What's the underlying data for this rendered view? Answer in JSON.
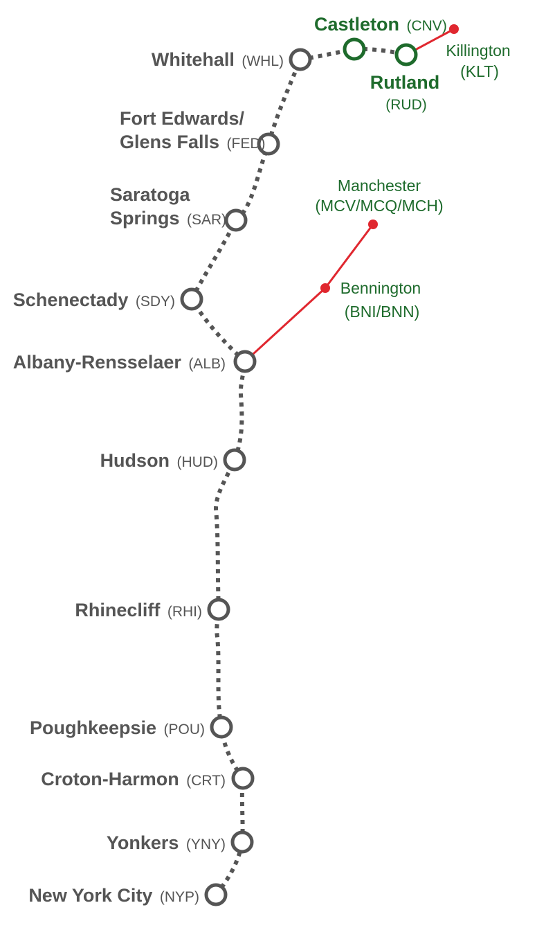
{
  "colors": {
    "track_gray": "#555555",
    "station_green": "#1e6b2c",
    "connector_red": "#e0272f"
  },
  "stations": {
    "nyp": {
      "name": "New York City",
      "code": "(NYP)"
    },
    "yny": {
      "name": "Yonkers",
      "code": "(YNY)"
    },
    "crt": {
      "name": "Croton-Harmon",
      "code": "(CRT)"
    },
    "pou": {
      "name": "Poughkeepsie",
      "code": "(POU)"
    },
    "rhi": {
      "name": "Rhinecliff",
      "code": "(RHI)"
    },
    "hud": {
      "name": "Hudson",
      "code": "(HUD)"
    },
    "alb": {
      "name": "Albany-Rensselaer",
      "code": "(ALB)"
    },
    "sdy": {
      "name": "Schenectady",
      "code": "(SDY)"
    },
    "sar": {
      "name_line1": "Saratoga",
      "name_line2": "Springs",
      "code": "(SAR)"
    },
    "fed": {
      "name_line1": "Fort Edwards/",
      "name_line2": "Glens Falls",
      "code": "(FED)"
    },
    "whl": {
      "name": "Whitehall",
      "code": "(WHL)"
    },
    "cnv": {
      "name": "Castleton",
      "code": "(CNV)"
    },
    "rud": {
      "name": "Rutland",
      "code": "(RUD)"
    }
  },
  "connections": {
    "killington": {
      "name": "Killington",
      "code": "(KLT)"
    },
    "manchester": {
      "name": "Manchester",
      "code": "(MCV/MCQ/MCH)"
    },
    "bennington": {
      "name": "Bennington",
      "code": "(BNI/BNN)"
    }
  }
}
